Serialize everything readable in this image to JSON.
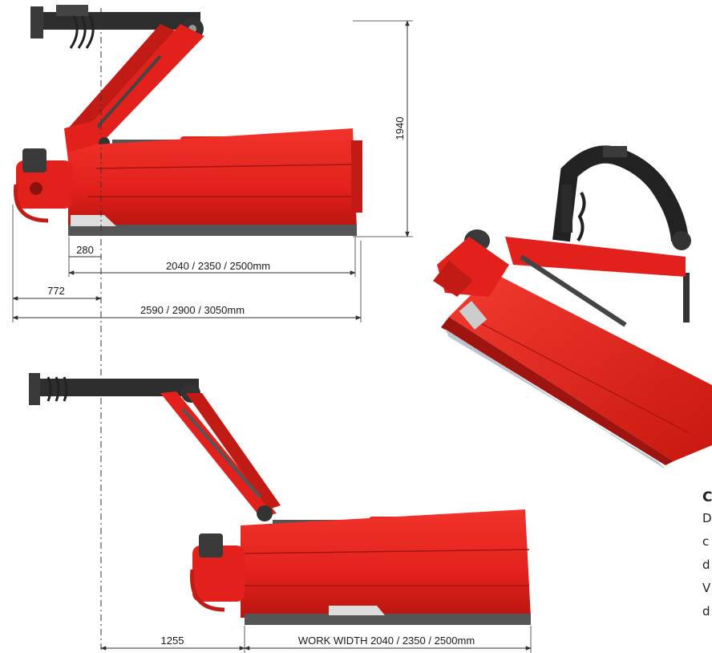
{
  "dimensions": {
    "height": "1940",
    "offset_small": "280",
    "offset_left": "772",
    "work_width": "2040 / 2350 /  2500mm",
    "total_width": "2590 / 2900 /  3050mm",
    "offset_extended": "1255",
    "work_width_extended": "WORK WIDTH 2040 / 2350 /  2500mm"
  },
  "side_text": {
    "heading": "C",
    "lines": [
      "D",
      "c",
      "d",
      "V",
      "d"
    ]
  },
  "colors": {
    "machine_red": "#e3211c",
    "machine_dark_red": "#9e1410",
    "arm_dark": "#2a2a2a",
    "roller_grey": "#b9c4d0"
  }
}
